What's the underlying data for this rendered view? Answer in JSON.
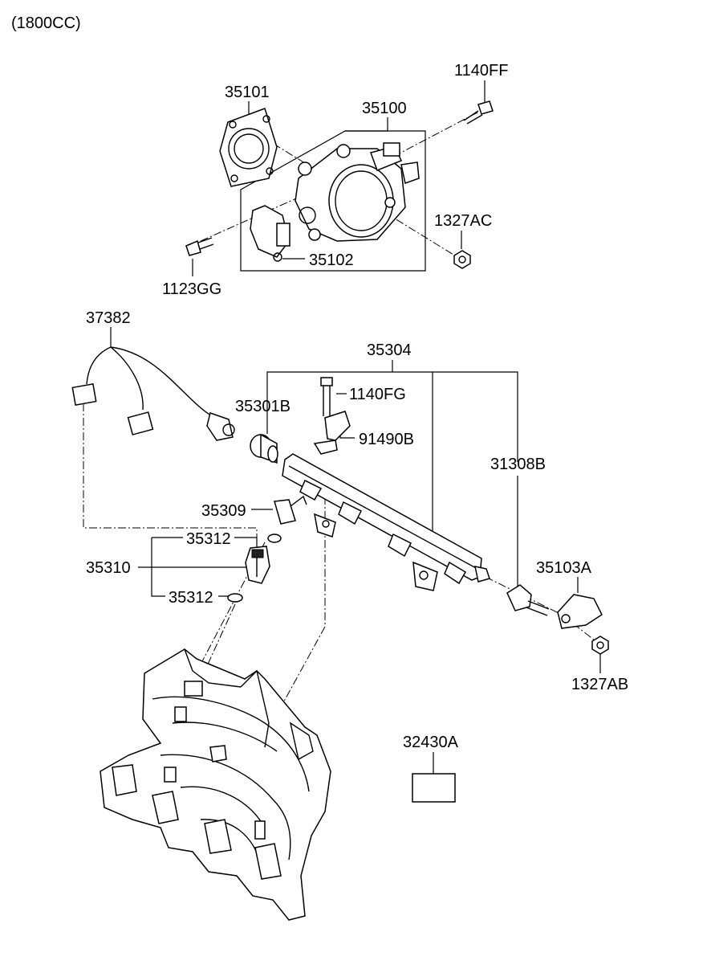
{
  "header": {
    "variant": "(1800CC)"
  },
  "parts": {
    "p1140FF": "1140FF",
    "p35101": "35101",
    "p35100": "35100",
    "p1327AC": "1327AC",
    "p35102": "35102",
    "p1123GG": "1123GG",
    "p37382": "37382",
    "p35304": "35304",
    "p35301B": "35301B",
    "p1140FG": "1140FG",
    "p91490B": "91490B",
    "p31308B": "31308B",
    "p35309": "35309",
    "p35312a": "35312",
    "p35310": "35310",
    "p35312b": "35312",
    "p35103A": "35103A",
    "p1327AB": "1327AB",
    "p32430A": "32430A"
  }
}
